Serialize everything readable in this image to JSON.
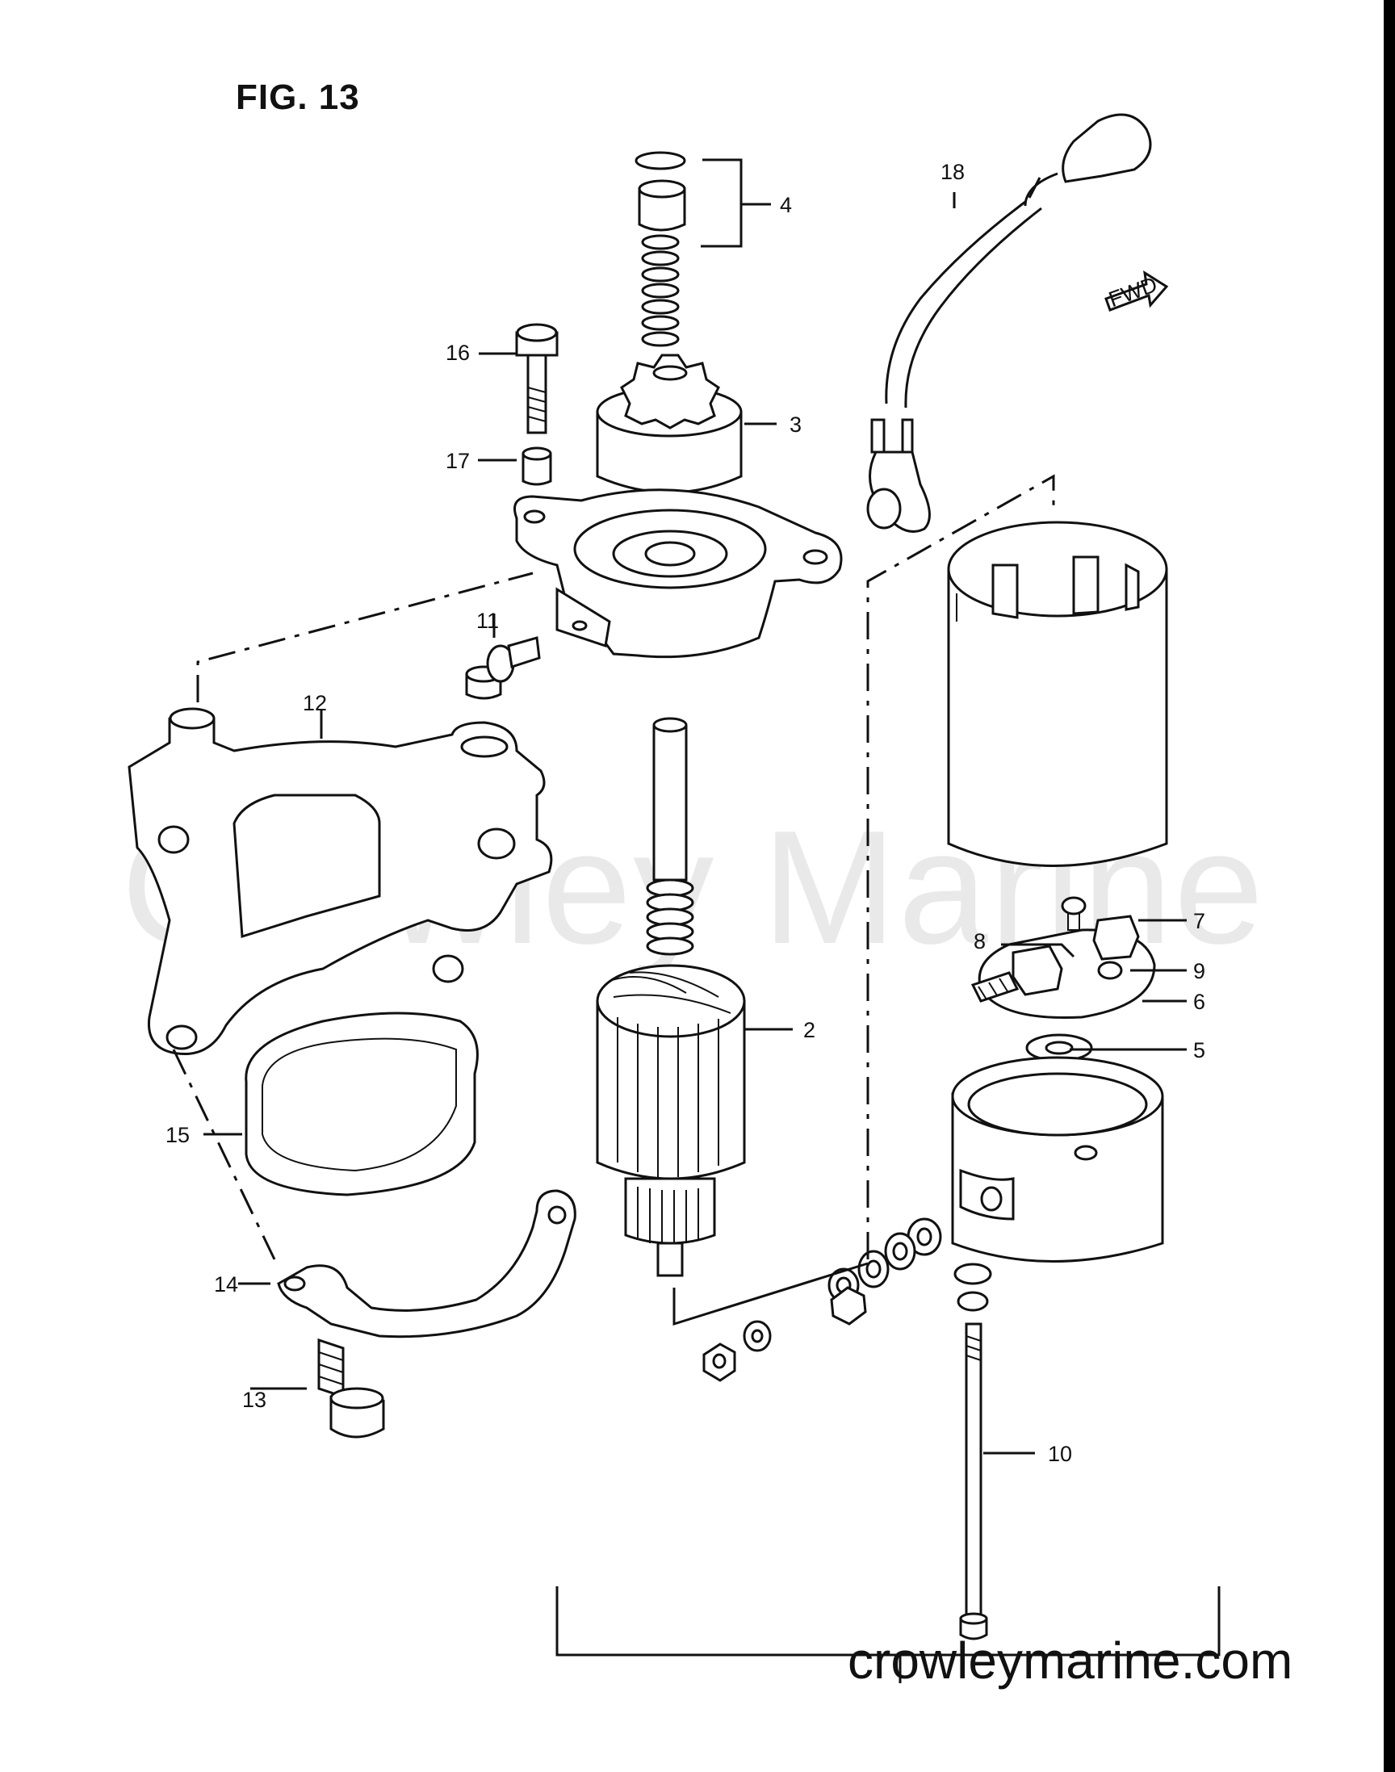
{
  "figure": {
    "title": "FIG. 13",
    "watermark": "Crowley Marine",
    "website": "crowleymarine.com"
  },
  "callouts": [
    {
      "id": "2",
      "label": "2"
    },
    {
      "id": "3",
      "label": "3"
    },
    {
      "id": "4",
      "label": "4"
    },
    {
      "id": "5",
      "label": "5"
    },
    {
      "id": "6",
      "label": "6"
    },
    {
      "id": "7",
      "label": "7"
    },
    {
      "id": "8",
      "label": "8"
    },
    {
      "id": "9",
      "label": "9"
    },
    {
      "id": "10",
      "label": "10"
    },
    {
      "id": "11",
      "label": "11"
    },
    {
      "id": "12",
      "label": "12"
    },
    {
      "id": "13",
      "label": "13"
    },
    {
      "id": "14",
      "label": "14"
    },
    {
      "id": "15",
      "label": "15"
    },
    {
      "id": "16",
      "label": "16"
    },
    {
      "id": "17",
      "label": "17"
    },
    {
      "id": "18",
      "label": "18"
    }
  ],
  "direction_marker": {
    "label": "FWD",
    "icon": "arrow-right-icon"
  }
}
